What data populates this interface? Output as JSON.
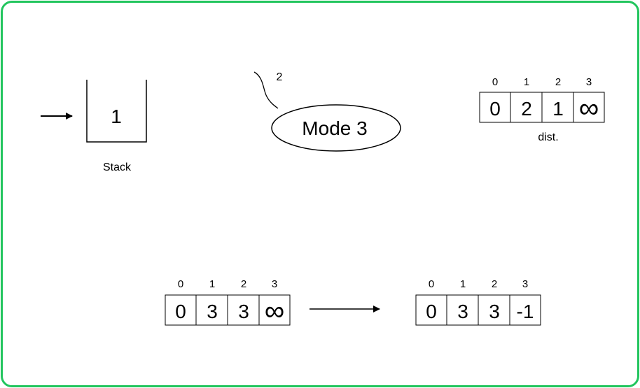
{
  "stack": {
    "label": "Stack",
    "top_value": "1"
  },
  "mode_bubble": {
    "text": "Mode 3",
    "callout_number": "2"
  },
  "dist_array": {
    "label": "dist.",
    "indices": [
      "0",
      "1",
      "2",
      "3"
    ],
    "values": [
      "0",
      "2",
      "1",
      "∞"
    ]
  },
  "before_array": {
    "indices": [
      "0",
      "1",
      "2",
      "3"
    ],
    "values": [
      "0",
      "3",
      "3",
      "∞"
    ]
  },
  "after_array": {
    "indices": [
      "0",
      "1",
      "2",
      "3"
    ],
    "values": [
      "0",
      "3",
      "3",
      "-1"
    ]
  },
  "colors": {
    "frame_border": "#22c55e",
    "stroke": "#000000"
  }
}
